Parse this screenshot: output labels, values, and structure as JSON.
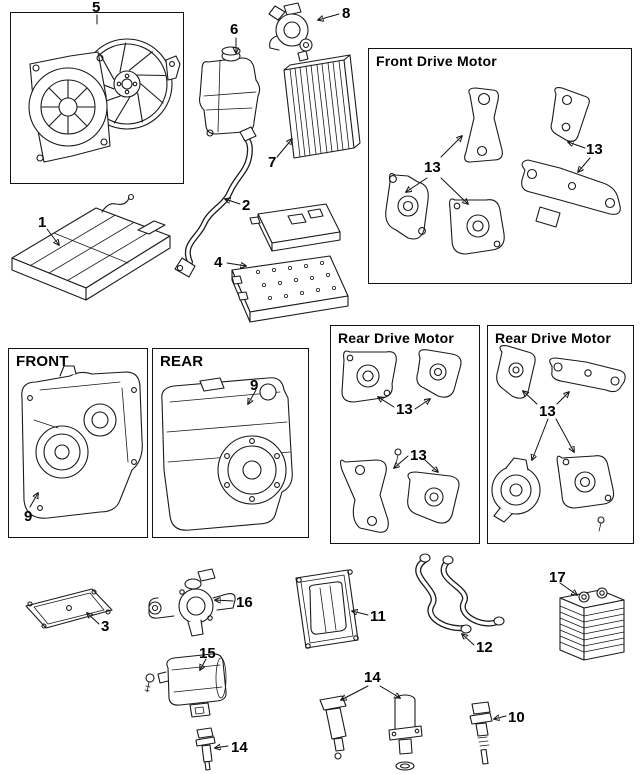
{
  "sections": {
    "front_drive_motor": {
      "title": "Front Drive Motor"
    },
    "rear_drive_motor_left": {
      "title": "Rear Drive Motor"
    },
    "rear_drive_motor_right": {
      "title": "Rear Drive Motor"
    },
    "front_view": {
      "title": "FRONT"
    },
    "rear_view": {
      "title": "REAR"
    }
  },
  "callouts": [
    {
      "id": "cooling-fan",
      "num": "5"
    },
    {
      "id": "expansion-tank",
      "num": "6"
    },
    {
      "id": "aux-water-pump",
      "num": "8"
    },
    {
      "id": "radiator",
      "num": "7"
    },
    {
      "id": "coolant-pipe",
      "num": "2"
    },
    {
      "id": "battery-pack",
      "num": "1"
    },
    {
      "id": "power-electronics",
      "num": "4"
    },
    {
      "id": "front-motor-mounts-center",
      "num": "13"
    },
    {
      "id": "front-motor-mounts-right",
      "num": "13"
    },
    {
      "id": "front-transaxle",
      "num": "9"
    },
    {
      "id": "rear-motor",
      "num": "9"
    },
    {
      "id": "rear-mount-upper-left-box",
      "num": "13"
    },
    {
      "id": "rear-mount-lower-left-box",
      "num": "13"
    },
    {
      "id": "rear-mount-right-box",
      "num": "13"
    },
    {
      "id": "cover-plate",
      "num": "3"
    },
    {
      "id": "coolant-valve",
      "num": "16"
    },
    {
      "id": "controller-cover",
      "num": "11"
    },
    {
      "id": "coolant-hoses",
      "num": "12"
    },
    {
      "id": "oil-cooler",
      "num": "17"
    },
    {
      "id": "aux-pump",
      "num": "15"
    },
    {
      "id": "sensor-bottom-left",
      "num": "14"
    },
    {
      "id": "sensor-pair",
      "num": "14"
    },
    {
      "id": "temp-sensor",
      "num": "10"
    }
  ]
}
